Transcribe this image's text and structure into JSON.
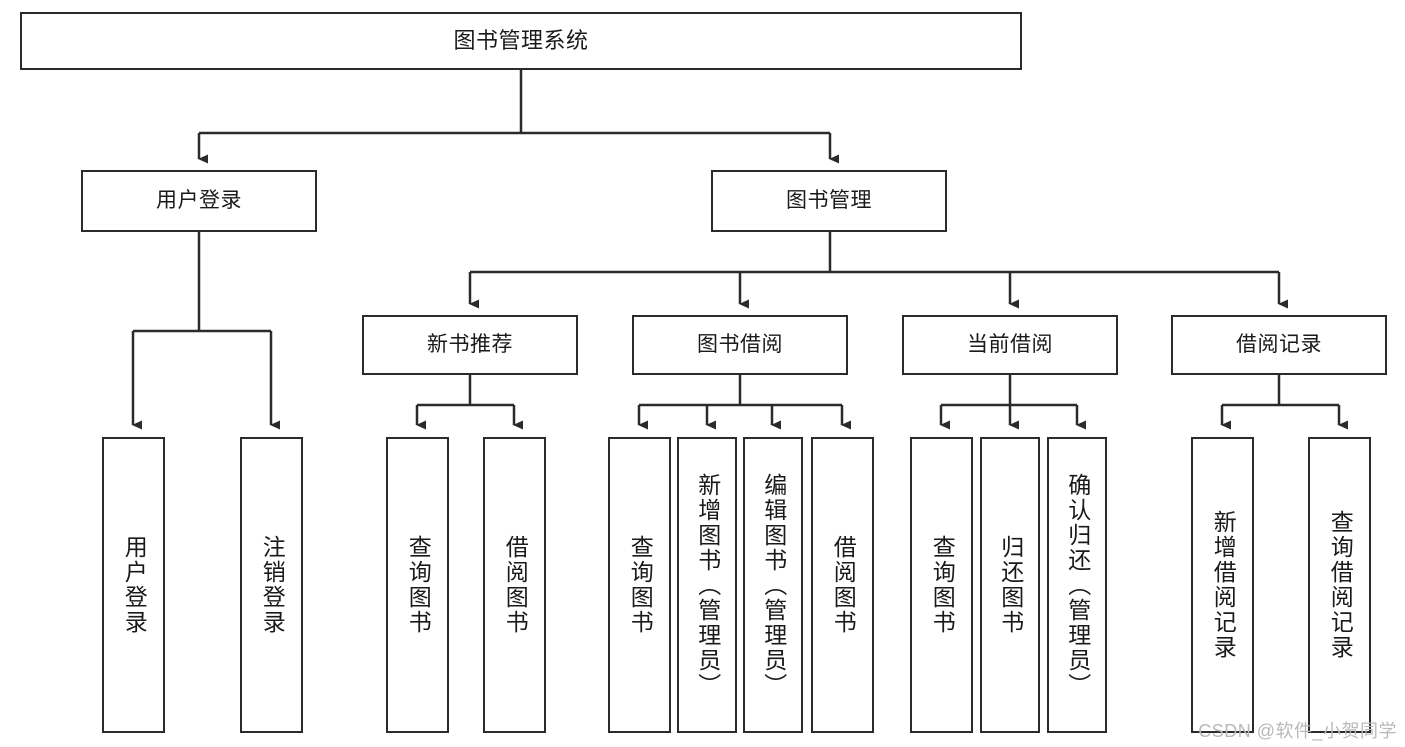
{
  "diagram": {
    "title": "图书管理系统",
    "type": "tree-hierarchy",
    "watermark": "CSDN @软件_小贺同学",
    "colors": {
      "stroke": "#2b2b2b",
      "fill": "#ffffff",
      "text": "#1a1a1a",
      "watermark": "#b9b9b9"
    },
    "nodes": {
      "root": {
        "label": "图书管理系统"
      },
      "level1": [
        {
          "label": "用户登录"
        },
        {
          "label": "图书管理"
        }
      ],
      "level2": [
        {
          "label": "新书推荐"
        },
        {
          "label": "图书借阅"
        },
        {
          "label": "当前借阅"
        },
        {
          "label": "借阅记录"
        }
      ],
      "leaves": {
        "user_login": [
          {
            "label": "用户登录"
          },
          {
            "label": "注销登录"
          }
        ],
        "new_books": [
          {
            "label": "查询图书"
          },
          {
            "label": "借阅图书"
          }
        ],
        "book_borrow": [
          {
            "label": "查询图书"
          },
          {
            "label": "新增图书（管理员）"
          },
          {
            "label": "编辑图书（管理员）"
          },
          {
            "label": "借阅图书"
          }
        ],
        "current_borrow": [
          {
            "label": "查询图书"
          },
          {
            "label": "归还图书"
          },
          {
            "label": "确认归还（管理员）"
          }
        ],
        "borrow_records": [
          {
            "label": "新增借阅记录"
          },
          {
            "label": "查询借阅记录"
          }
        ]
      }
    }
  }
}
